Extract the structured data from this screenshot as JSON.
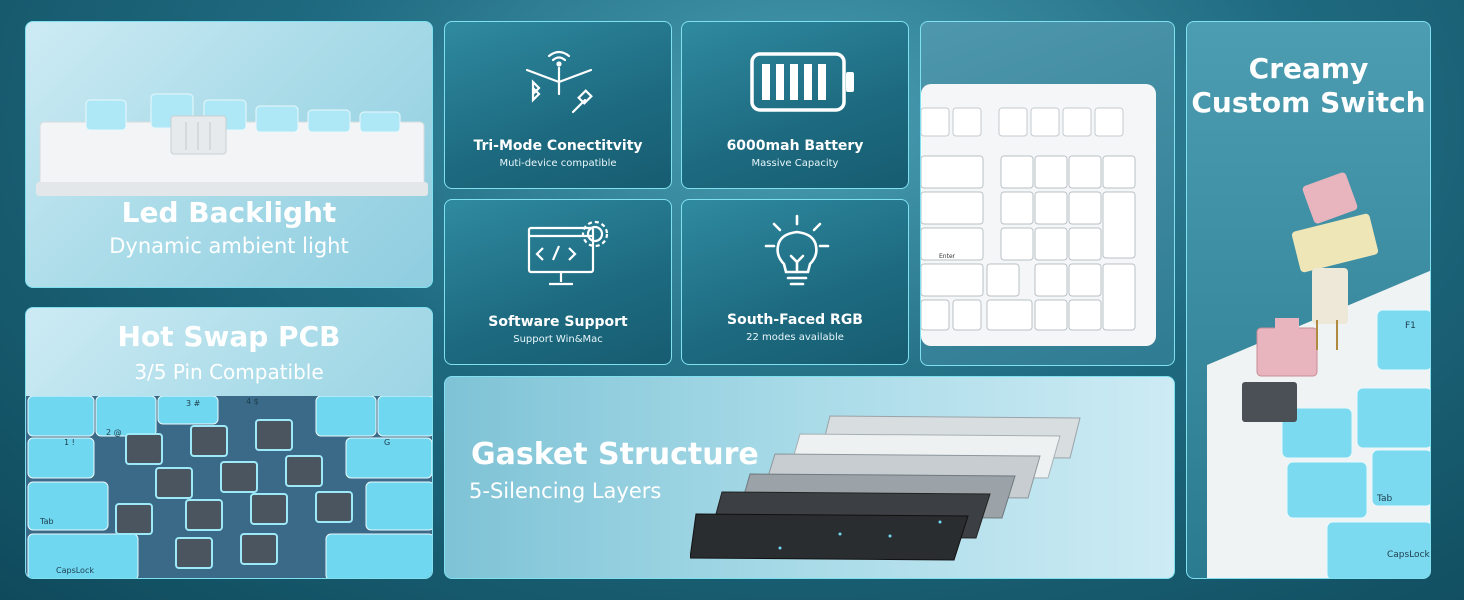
{
  "panels": {
    "led": {
      "title": "Led Backlight",
      "subtitle": "Dynamic ambient light"
    },
    "hotswap": {
      "title": "Hot Swap PCB",
      "subtitle": "3/5 Pin Compatible"
    },
    "trimode": {
      "title": "Tri-Mode Conectitvity",
      "subtitle": "Muti-device compatible",
      "icon": "wireless-bluetooth-cable-icon"
    },
    "battery": {
      "title": "6000mah Battery",
      "subtitle": "Massive Capacity",
      "icon": "battery-icon"
    },
    "software": {
      "title": "Software Support",
      "subtitle": "Support Win&Mac",
      "icon": "monitor-code-gear-icon"
    },
    "rgb": {
      "title": "South-Faced RGB",
      "subtitle": "22 modes available",
      "icon": "lightbulb-icon"
    },
    "gasket": {
      "title": "Gasket Structure",
      "subtitle": "5-Silencing Layers"
    },
    "switch": {
      "title_line1": "Creamy",
      "title_line2": "Custom Switch"
    }
  },
  "keycaps": {
    "tab": "Tab",
    "capslock": "CapsLock",
    "f1": "F1",
    "g": "G",
    "enter": "Enter",
    "num_keys": [
      "1 !",
      "2 @",
      "3 #",
      "4 $"
    ]
  },
  "colors": {
    "accent_border": "#7fe0f0",
    "ice_blue": "#5fd8f0",
    "switch_pink": "#e8b4bd",
    "switch_cream": "#efe6b8"
  }
}
